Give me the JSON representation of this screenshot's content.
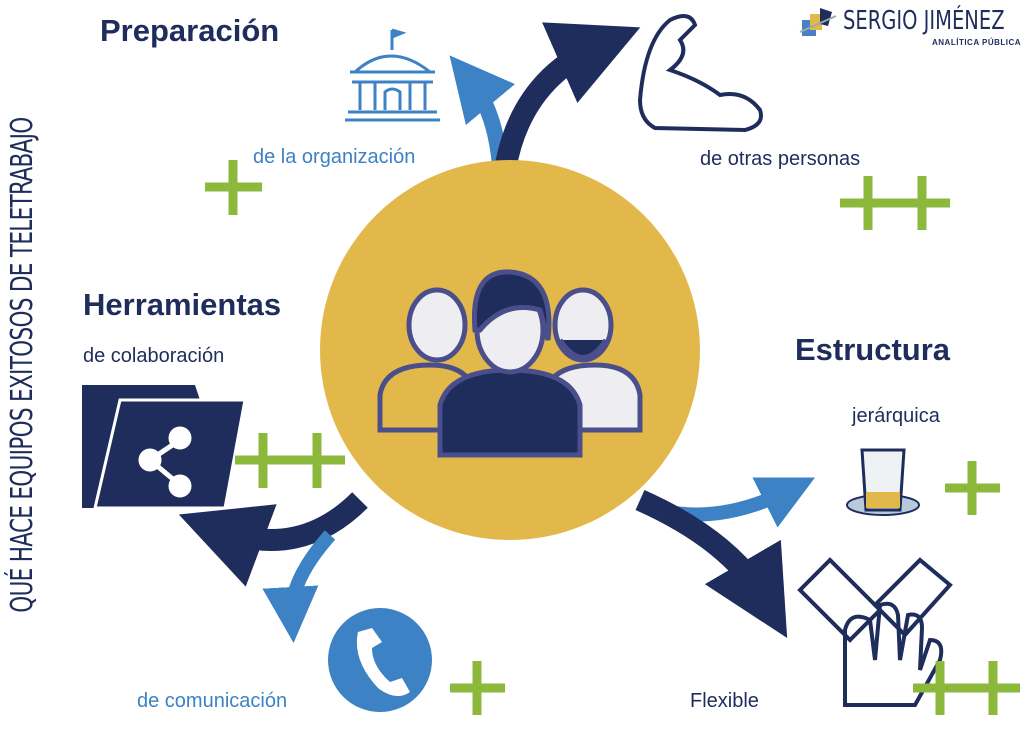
{
  "title": "QUÉ HACE EQUIPOS EXITOSOS DE TELETRABAJO",
  "logo": {
    "name": "SERGIO JIMÉNEZ",
    "tagline": "ANALÍTICA PÚBLICA"
  },
  "colors": {
    "navy": "#1f2d5c",
    "blue": "#3d82c4",
    "yellow": "#e3b84a",
    "green": "#8cb83c"
  },
  "sections": {
    "preparacion": {
      "heading": "Preparación",
      "items": [
        {
          "label": "de la organización",
          "icon": "government-building-icon",
          "plus": "+"
        },
        {
          "label": "de otras personas",
          "icon": "flexed-arm-icon",
          "plus": "++"
        }
      ]
    },
    "herramientas": {
      "heading": "Herramientas",
      "items": [
        {
          "label": "de colaboración",
          "icon": "shared-folder-icon",
          "plus": "++"
        },
        {
          "label": "de comunicación",
          "icon": "phone-icon",
          "plus": "+"
        }
      ]
    },
    "estructura": {
      "heading": "Estructura",
      "items": [
        {
          "label": "jerárquica",
          "icon": "glass-icon",
          "plus": "+"
        },
        {
          "label": "Flexible",
          "icon": "stacked-hands-icon",
          "plus": "++"
        }
      ]
    }
  },
  "center_icon": "team-people-icon"
}
